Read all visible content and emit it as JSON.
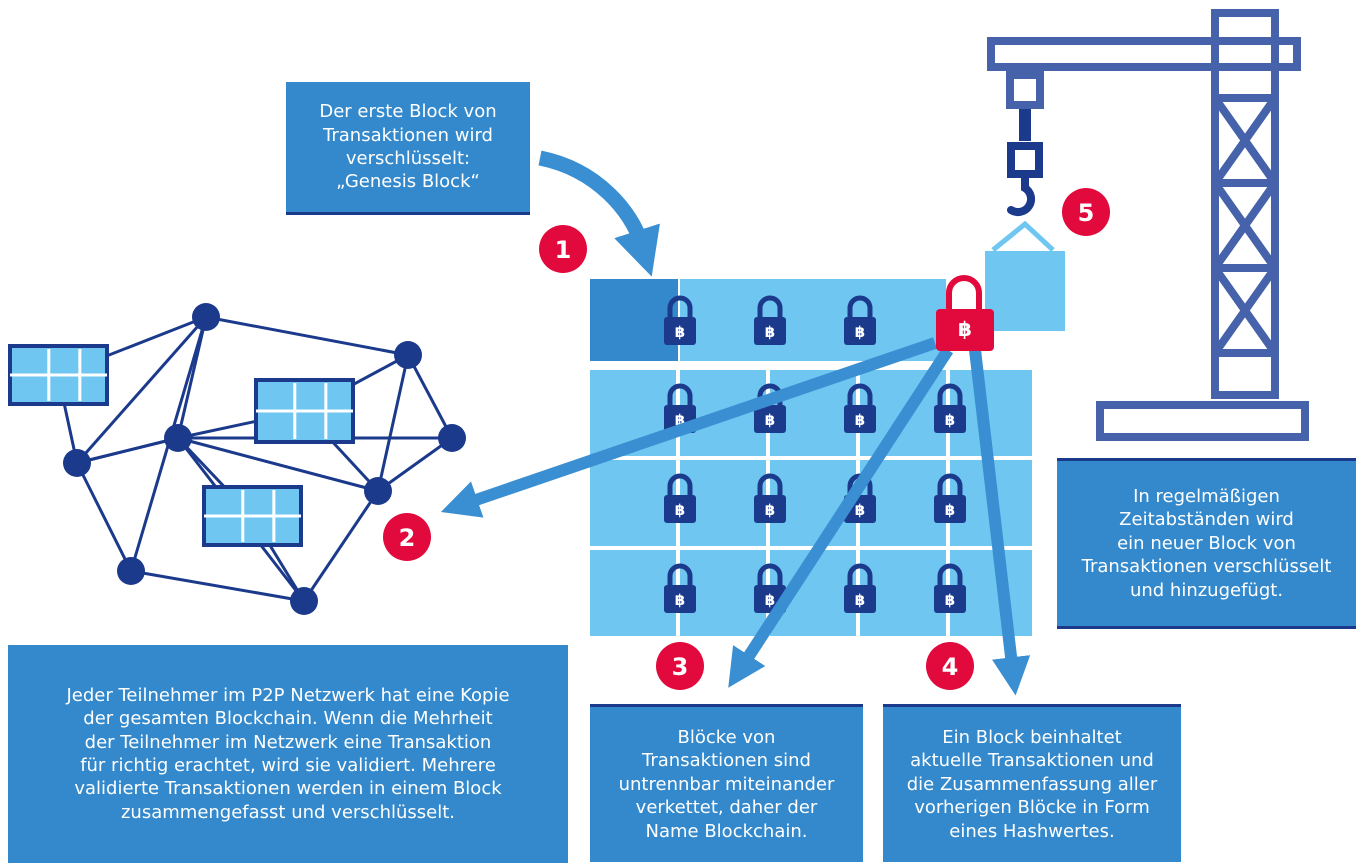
{
  "colors": {
    "box_blue": "#3389CC",
    "navy": "#1B3A8C",
    "light_blue": "#6EC6F1",
    "arrow_blue": "#3A8FD2",
    "red": "#E2093D",
    "crane_blue": "#4562AA"
  },
  "callouts": {
    "genesis": "Der erste Block von\nTransaktionen wird\nverschlüsselt:\n„Genesis Block“",
    "periodic": "In regelmäßigen\nZeitabständen wird\nein neuer Block von\nTransaktionen verschlüsselt\nund hinzugefügt.",
    "p2p": "Jeder Teilnehmer im P2P Netzwerk hat eine Kopie\nder gesamten Blockchain. Wenn die Mehrheit\nder Teilnehmer im Netzwerk eine Transaktion\nfür richtig erachtet, wird sie validiert. Mehrere\nvalidierte Transaktionen werden in einem Block\nzusammengefasst und verschlüsselt.",
    "linked": "Blöcke von\nTransaktionen sind\nuntrennbar miteinander\nverkettet, daher der\nName Blockchain.",
    "hash": "Ein Block beinhaltet\naktuelle Transaktionen und\ndie Zusammenfassung aller\nvorherigen Blöcke in Form\neines Hashwertes."
  },
  "markers": [
    "1",
    "2",
    "3",
    "4",
    "5"
  ],
  "coin_symbol": "฿",
  "icons": {
    "lock": "padlock-icon",
    "coin": "bitcoin-icon",
    "crane": "crane-icon",
    "network": "network-icon"
  }
}
